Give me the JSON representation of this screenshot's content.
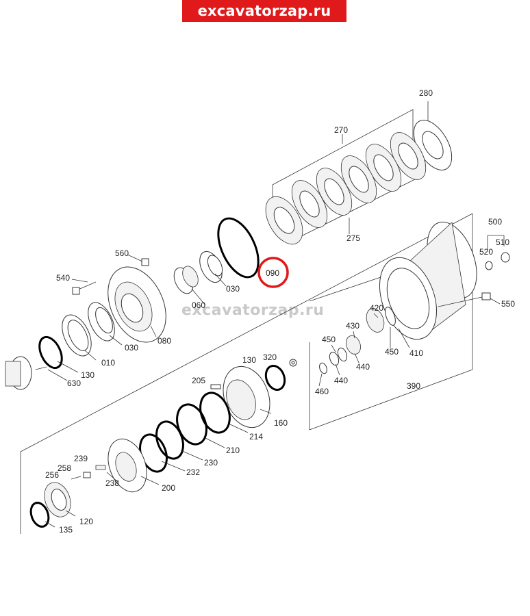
{
  "site": {
    "watermark_banner": "excavatorzap.ru",
    "center_watermark": "excavatorzap.ru",
    "highlight_color": "#e0191b"
  },
  "labels": {
    "l280": "280",
    "l270": "270",
    "l275": "275",
    "l500": "500",
    "l510": "510",
    "l520": "520",
    "l560": "560",
    "l540": "540",
    "l090": "090",
    "l030a": "030",
    "l060": "060",
    "l080": "080",
    "l030b": "030",
    "l010": "010",
    "l130a": "130",
    "l630": "630",
    "l550": "550",
    "l420": "420",
    "l430": "430",
    "l450a": "450",
    "l450b": "450",
    "l440a": "440",
    "l440b": "440",
    "l410": "410",
    "l460": "460",
    "l390": "390",
    "l130b": "130",
    "l320": "320",
    "l205": "205",
    "l160": "160",
    "l214": "214",
    "l210": "210",
    "l230": "230",
    "l232": "232",
    "l200": "200",
    "l239": "239",
    "l258": "258",
    "l256": "256",
    "l238": "238",
    "l120": "120",
    "l135": "135"
  },
  "highlighted_part": "090"
}
